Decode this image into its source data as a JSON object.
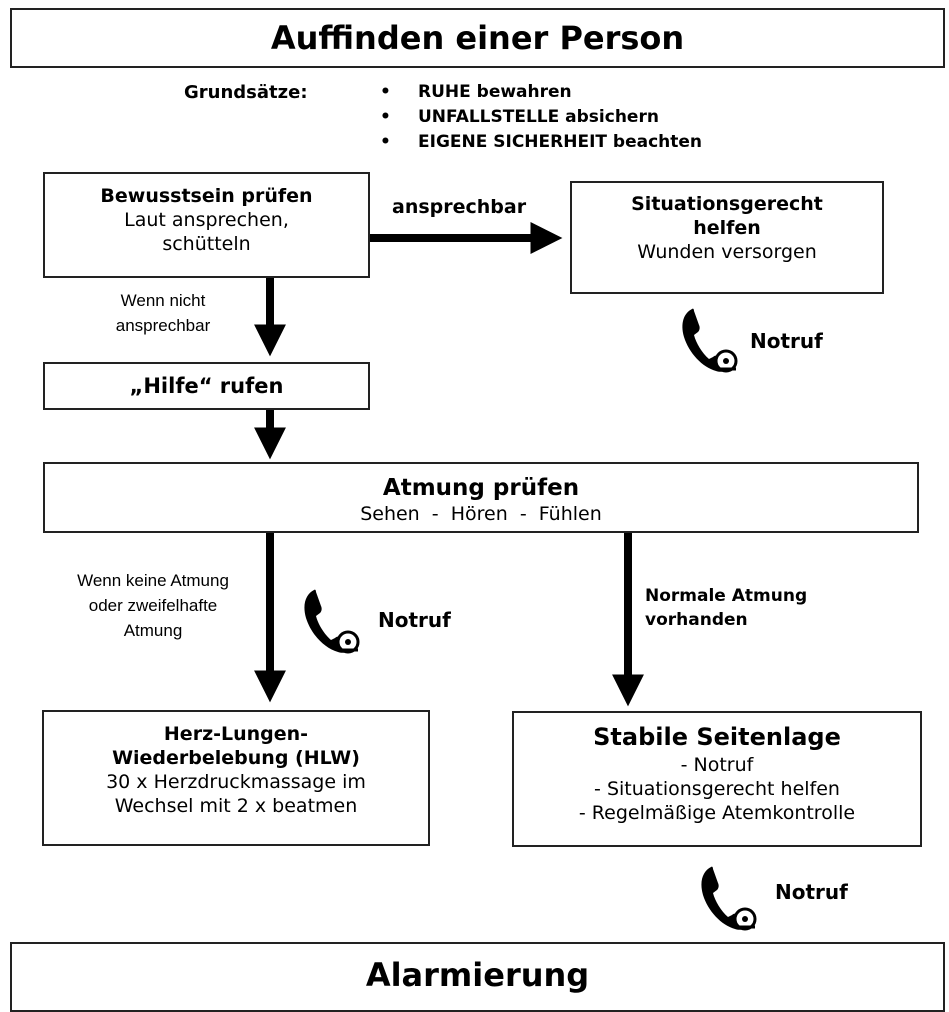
{
  "header": {
    "title": "Auffinden einer Person"
  },
  "principles": {
    "label": "Grundsätze:",
    "items": [
      "RUHE  bewahren",
      "UNFALLSTELLE  absichern",
      "EIGENE SICHERHEIT  beachten"
    ]
  },
  "consciousness": {
    "title": "Bewusstsein prüfen",
    "line1": "Laut ansprechen,",
    "line2": "schütteln"
  },
  "responsive_label": "ansprechbar",
  "situational": {
    "title1": "Situationsgerecht",
    "title2": "helfen",
    "line1": "Wunden versorgen"
  },
  "not_responsive_label": {
    "line1": "Wenn nicht",
    "line2": "ansprechbar"
  },
  "call_help": {
    "title": "„Hilfe“ rufen"
  },
  "breathing": {
    "title": "Atmung prüfen",
    "line1": "Sehen  -  Hören  -  Fühlen"
  },
  "no_breathing_label": {
    "line1": "Wenn keine Atmung",
    "line2": "oder zweifelhafte",
    "line3": "Atmung"
  },
  "normal_breathing_label": {
    "line1": "Normale Atmung",
    "line2": "vorhanden"
  },
  "hlw": {
    "title1": "Herz-Lungen-",
    "title2": "Wiederbelebung (HLW)",
    "line1": "30 x Herzdruckmassage im",
    "line2": "Wechsel mit 2 x beatmen"
  },
  "recovery": {
    "title": "Stabile Seitenlage",
    "line1": "- Notruf",
    "line2": "- Situationsgerecht helfen",
    "line3": "- Regelmäßige Atemkontrolle"
  },
  "emergency_call": {
    "label1": "Notruf",
    "label2": "Notruf",
    "label3": "Notruf",
    "icon": "telephone-icon"
  },
  "footer": {
    "title": "Alarmierung"
  }
}
